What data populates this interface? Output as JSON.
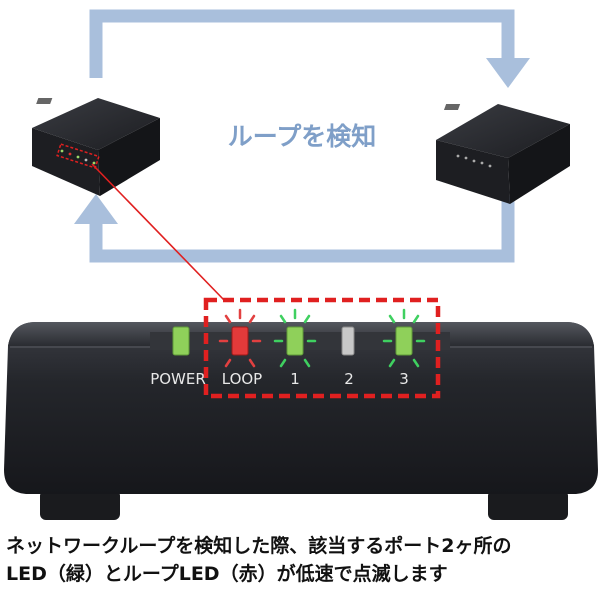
{
  "diagram": {
    "title": "ループを検知",
    "arrow_color": "#a9bfdc",
    "title_color": "#7f9fc8",
    "highlight_color": "#e02020"
  },
  "device": {
    "leds": [
      {
        "label": "POWER",
        "state": "on",
        "color": "#8fd05a"
      },
      {
        "label": "LOOP",
        "state": "blinking",
        "color": "#e23a3a"
      },
      {
        "label": "1",
        "state": "blinking",
        "color": "#8fd05a"
      },
      {
        "label": "2",
        "state": "off",
        "color": "#c8c8c8"
      },
      {
        "label": "3",
        "state": "blinking",
        "color": "#8fd05a"
      }
    ]
  },
  "caption": {
    "line1": "ネットワークループを検知した際、該当するポート2ヶ所の",
    "line2": "LED（緑）とループLED（赤）が低速で点滅します"
  }
}
